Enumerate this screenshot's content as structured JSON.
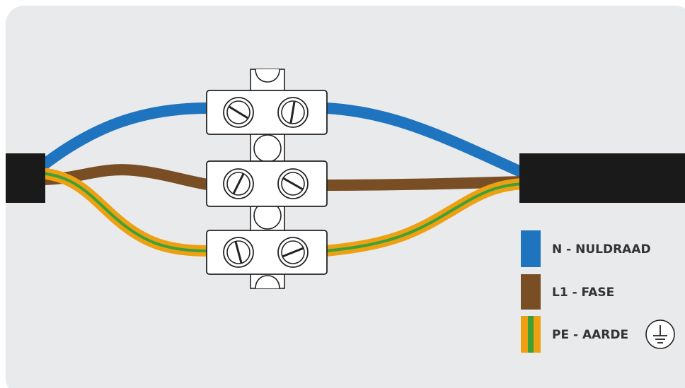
{
  "colors": {
    "background_panel": "#e9eaec",
    "cable_jacket": "#1a1a1a",
    "neutral_blue": "#1f74bf",
    "phase_brown": "#7a4e24",
    "earth_yellow": "#eda112",
    "earth_green": "#3fa035",
    "terminal_body": "#ffffff",
    "outline": "#222222"
  },
  "legend": {
    "items": [
      {
        "key": "neutral",
        "label": "N - NULDRAAD",
        "swatch": "blue"
      },
      {
        "key": "phase",
        "label": "L1 - FASE",
        "swatch": "brown"
      },
      {
        "key": "earth",
        "label": "PE - AARDE",
        "swatch": "yellow-green",
        "icon": "ground-symbol-icon"
      }
    ]
  },
  "terminal_block": {
    "icon": "terminal-strip-icon",
    "rows": 3,
    "screws_per_row": 2
  }
}
